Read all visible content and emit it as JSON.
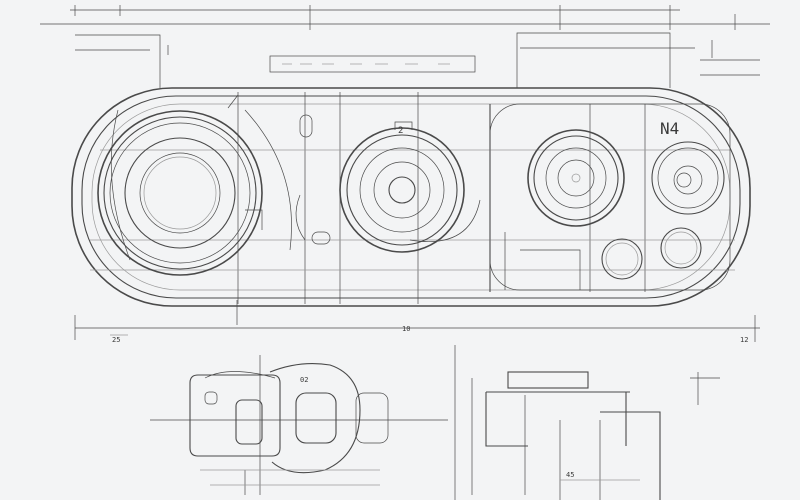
{
  "labels": {
    "corner_mark": "N4",
    "top_button_mark": "2",
    "small_tag_left": "02",
    "small_tag_mid": "45",
    "dim_a": "10",
    "dim_b": "12",
    "dim_c": "25"
  },
  "colors": {
    "paper": "#f3f4f5",
    "ink": "#4a4a4a",
    "faint_ink": "#9a9a9a"
  }
}
